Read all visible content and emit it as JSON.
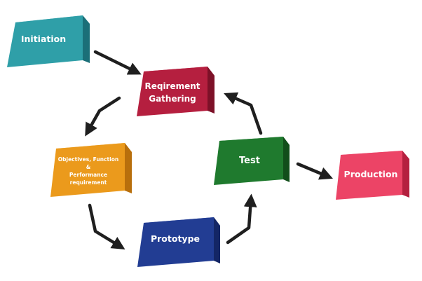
{
  "nodes": {
    "initiation": {
      "label": "Initiation",
      "color": "#2f9fa8"
    },
    "requirement": {
      "label_line1": "Reqirement",
      "label_line2": "Gathering",
      "color": "#b51f3f"
    },
    "objectives": {
      "label_line1": "Objectives, Function",
      "label_line2": "&",
      "label_line3": "Performance",
      "label_line4": "requirement",
      "color": "#eb9a1c"
    },
    "prototype": {
      "label": "Prototype",
      "color": "#223d93"
    },
    "test": {
      "label": "Test",
      "color": "#1f7a2e"
    },
    "production": {
      "label": "Production",
      "color": "#ec4466"
    }
  },
  "arrow_color": "#1f1f1f"
}
